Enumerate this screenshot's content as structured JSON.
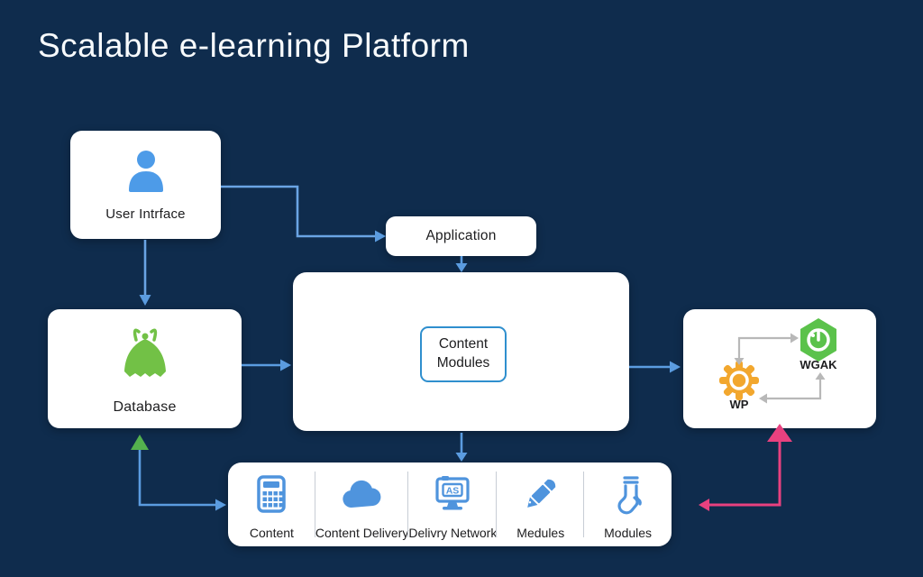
{
  "title": "Scalable e-learning Platform",
  "colors": {
    "background": "#0f2c4d",
    "card": "#ffffff",
    "arrow_blue": "#5b9ce0",
    "arrow_green": "#54b14e",
    "arrow_pink": "#e8417f",
    "arrow_gray": "#b8b8b8",
    "icon_blue": "#4f94dd",
    "icon_green": "#72c146",
    "icon_orange": "#f2a72e",
    "inner_box_border": "#2f8fce"
  },
  "nodes": {
    "user_interface": {
      "label": "User Intrface",
      "icon": "person-icon"
    },
    "application": {
      "label": "Application"
    },
    "content_modules": {
      "label": "Content Modules"
    },
    "database": {
      "label": "Database",
      "icon": "bag-icon"
    },
    "integrations": {
      "items": [
        {
          "label": "WGAK",
          "icon": "hexagon-timer-icon"
        },
        {
          "label": "WP",
          "icon": "gear-icon"
        }
      ]
    }
  },
  "bottom_bar": {
    "items": [
      {
        "label": "Content",
        "icon": "calculator-icon"
      },
      {
        "label": "Content Delivery",
        "icon": "cloud-icon"
      },
      {
        "label": "Delivry Network",
        "icon": "monitor-icon",
        "badge": "AS"
      },
      {
        "label": "Medules",
        "icon": "pencil-icon"
      },
      {
        "label": "Modules",
        "icon": "sock-icon"
      }
    ]
  }
}
